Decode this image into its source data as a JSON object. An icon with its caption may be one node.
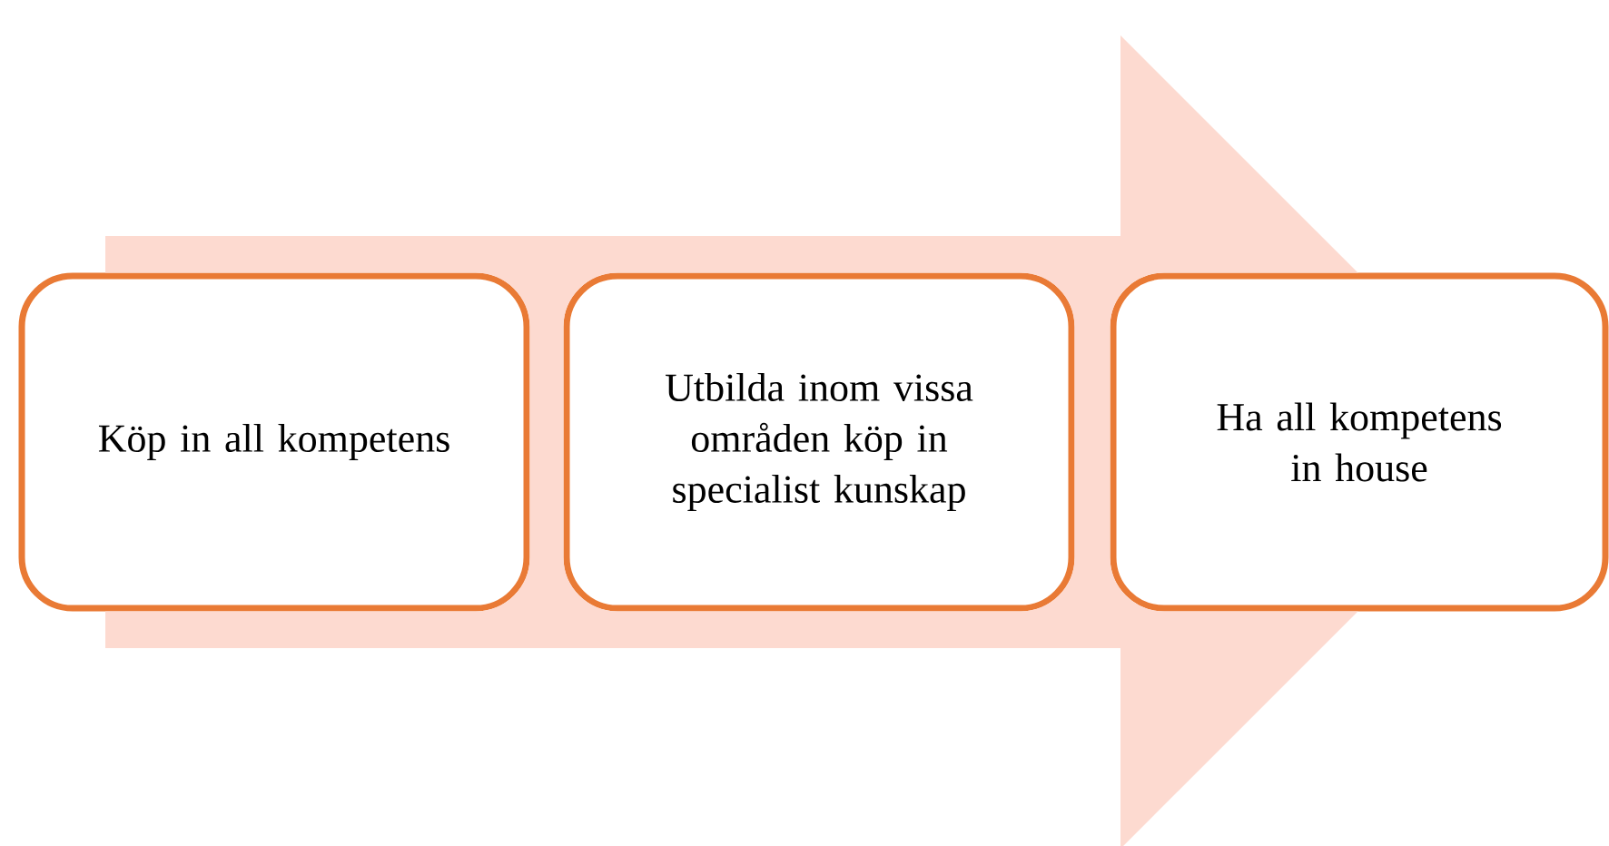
{
  "diagram": {
    "nodes": [
      {
        "text": [
          "Köp in all kompetens"
        ]
      },
      {
        "text": [
          "Utbilda inom vissa områden köp in specialist kunskap"
        ]
      },
      {
        "text": [
          "Ha all kompetens in house"
        ]
      }
    ],
    "edges": [
      {
        "from": 0,
        "to": 2,
        "arrow": "to"
      }
    ]
  }
}
